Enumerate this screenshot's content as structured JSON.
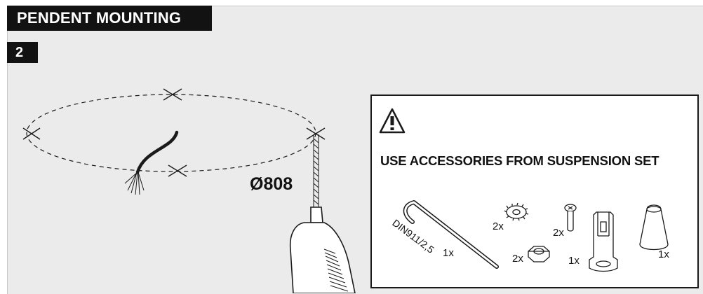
{
  "header": {
    "title": "PENDENT MOUNTING",
    "step": "2"
  },
  "diagram": {
    "diameter_label": "Ø808"
  },
  "accessories": {
    "warning_text": "USE ACCESSORIES FROM  SUSPENSION SET",
    "warning_icon": "warning-triangle-icon",
    "items": [
      {
        "name": "hex key",
        "code": "DIN911/2,5",
        "qty": "1x"
      },
      {
        "name": "lock washer",
        "qty": "2x"
      },
      {
        "name": "hex nut",
        "qty": "2x"
      },
      {
        "name": "screw",
        "qty": "2x"
      },
      {
        "name": "cable holder",
        "qty": "1x"
      },
      {
        "name": "cone cover",
        "qty": "1x"
      }
    ]
  },
  "colors": {
    "header_bg": "#121212",
    "panel_bg": "#ebebeb",
    "line": "#1a1a1a"
  }
}
